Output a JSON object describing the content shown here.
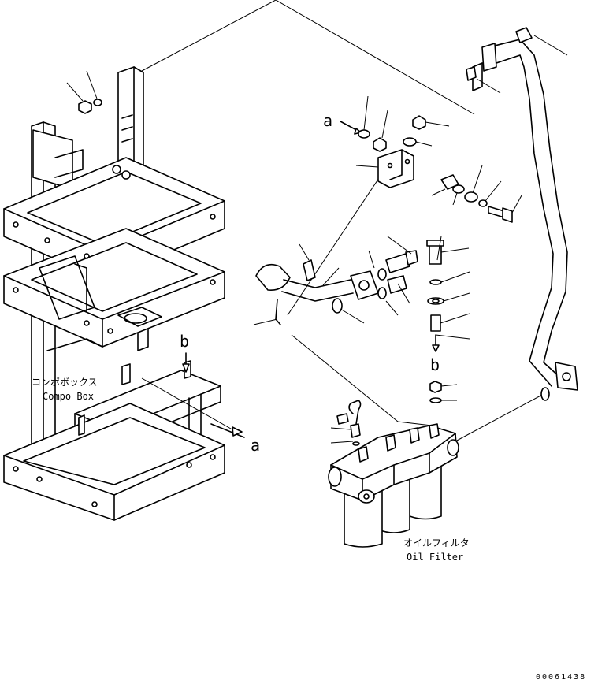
{
  "labels": {
    "ref_a_top": "a",
    "ref_a_bottom": "a",
    "ref_b_left": "b",
    "ref_b_right": "b",
    "compo_box_jp": "コンポボックス",
    "compo_box_en": "Compo Box",
    "oil_filter_jp": "オイルフィルタ",
    "oil_filter_en": "Oil Filter",
    "drawing_number": "00061438"
  }
}
